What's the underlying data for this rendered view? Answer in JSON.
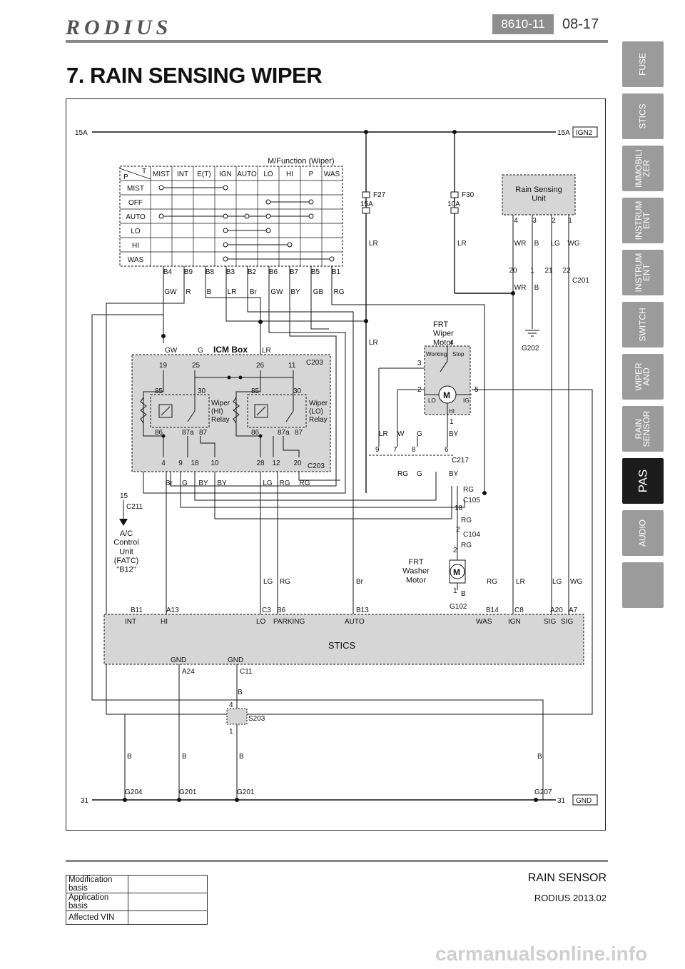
{
  "header": {
    "logo": "RODIUS",
    "doc_code": "8610-11",
    "page": "08-17"
  },
  "title": "7. RAIN SENSING WIPER",
  "tabs": [
    {
      "label": "FUSE",
      "active": false
    },
    {
      "label": "STICS",
      "active": false
    },
    {
      "label": "IMMOBILI\nZER",
      "active": false
    },
    {
      "label": "INSTRUM\nENT",
      "active": false
    },
    {
      "label": "INSTRUM\nENT",
      "active": false
    },
    {
      "label": "SWITCH",
      "active": false
    },
    {
      "label": "WIPER\nAND",
      "active": false
    },
    {
      "label": "RAIN\nSENSOR",
      "active": false
    },
    {
      "label": "PAS",
      "active": true
    },
    {
      "label": "AUDIO",
      "active": false
    },
    {
      "label": "",
      "active": false
    }
  ],
  "diagram": {
    "power_15a_left": "15A",
    "power_15a_right": "15A",
    "ign2": "IGN2",
    "ground_left": "31",
    "ground_right": "31",
    "gnd": "GND",
    "switch_title": "M/Function (Wiper)",
    "switch_corner_t": "T",
    "switch_corner_p": "P",
    "switch_columns": [
      "MIST",
      "INT",
      "E(T)",
      "IGN",
      "AUTO",
      "LO",
      "HI",
      "P",
      "WAS"
    ],
    "switch_rows": [
      "MIST",
      "OFF",
      "AUTO",
      "LO",
      "HI",
      "WAS"
    ],
    "switch_pins": [
      "B4",
      "B9",
      "B8",
      "B3",
      "B2",
      "B6",
      "B7",
      "B5",
      "B1"
    ],
    "switch_wires": [
      "GW",
      "R",
      "B",
      "LR",
      "Br",
      "GW",
      "BY",
      "GB",
      "RG"
    ],
    "f27": "F27",
    "f27_amp": "15A",
    "f30": "F30",
    "f30_amp": "10A",
    "wire_lr": "LR",
    "rain_unit": "Rain Sensing\nUnit",
    "rain_pins": [
      "4",
      "3",
      "2",
      "1"
    ],
    "rain_wires": [
      "WR",
      "B",
      "LG",
      "WG"
    ],
    "c201_pins": [
      "20",
      "1",
      "21",
      "22"
    ],
    "c201": "C201",
    "c201_wires": [
      "WR",
      "B"
    ],
    "g202": "G202",
    "icm_title": "ICM Box",
    "icm_top_wires": [
      "GW",
      "G",
      "LR"
    ],
    "icm_top_pins": [
      "19",
      "25",
      "26",
      "11"
    ],
    "c203": "C203",
    "relay_hi": "Wiper\n(HI)\nRelay",
    "relay_lo": "Wiper\n(LO)\nRelay",
    "relay_pins": [
      "85",
      "30",
      "86",
      "87a",
      "87"
    ],
    "icm_bottom_pins": [
      "4",
      "9",
      "18",
      "10",
      "28",
      "12",
      "20"
    ],
    "icm_bottom_wires": [
      "Br",
      "G",
      "BY",
      "BY",
      "LG",
      "RG",
      "RG"
    ],
    "c211": "C211",
    "c211_pin": "15",
    "ac_control": "A/C\nControl\nUnit\n(FATC)\n\"B12\"",
    "wiper_motor": "FRT\nWiper\nMotor",
    "working": "Working",
    "stop": "Stop",
    "motor_pins": [
      "4",
      "3",
      "2",
      "5",
      "1"
    ],
    "motor_lo": "LO",
    "motor_hi": "HI",
    "motor_ig": "IG",
    "motor_m": "M",
    "c217": "C217",
    "c217_pins": [
      "9",
      "7",
      "8",
      "6"
    ],
    "c217_top_wires": [
      "LR",
      "W",
      "G",
      "BY"
    ],
    "c217_bottom_wires": [
      "RG",
      "G",
      "BY"
    ],
    "c105": "C105",
    "c105_pin": "18",
    "c104": "C104",
    "c104_pin": "2",
    "wire_rg": "RG",
    "washer_motor": "FRT\nWasher\nMotor",
    "washer_pins": [
      "2",
      "1"
    ],
    "washer_b": "B",
    "g102": "G102",
    "stics_title": "STICS",
    "stics_pins": [
      "B11",
      "A13",
      "C3",
      "B6",
      "B13",
      "B14",
      "C8",
      "A20",
      "A7"
    ],
    "stics_funcs": [
      "INT",
      "HI",
      "LO",
      "PARKING",
      "AUTO",
      "WAS",
      "IGN",
      "SIG",
      "SIG"
    ],
    "stics_wires": [
      "LG",
      "RG",
      "Br",
      "RG",
      "LR",
      "LG",
      "WG"
    ],
    "stics_gnd": [
      "GND",
      "GND"
    ],
    "stics_gnd_pins": [
      "A24",
      "C11"
    ],
    "s203": "S203",
    "s203_pins": [
      "4",
      "1"
    ],
    "ground_wires": [
      "B",
      "B",
      "B",
      "B",
      "B"
    ],
    "grounds": [
      "G204",
      "G201",
      "G201",
      "G207"
    ]
  },
  "mod_table": [
    {
      "label": "Modification basis",
      "value": ""
    },
    {
      "label": "Application basis",
      "value": ""
    },
    {
      "label": "Affected VIN",
      "value": ""
    }
  ],
  "footer": {
    "section": "RAIN SENSOR",
    "model": "RODIUS 2013.02"
  },
  "watermark": "carmanualsonline.info"
}
